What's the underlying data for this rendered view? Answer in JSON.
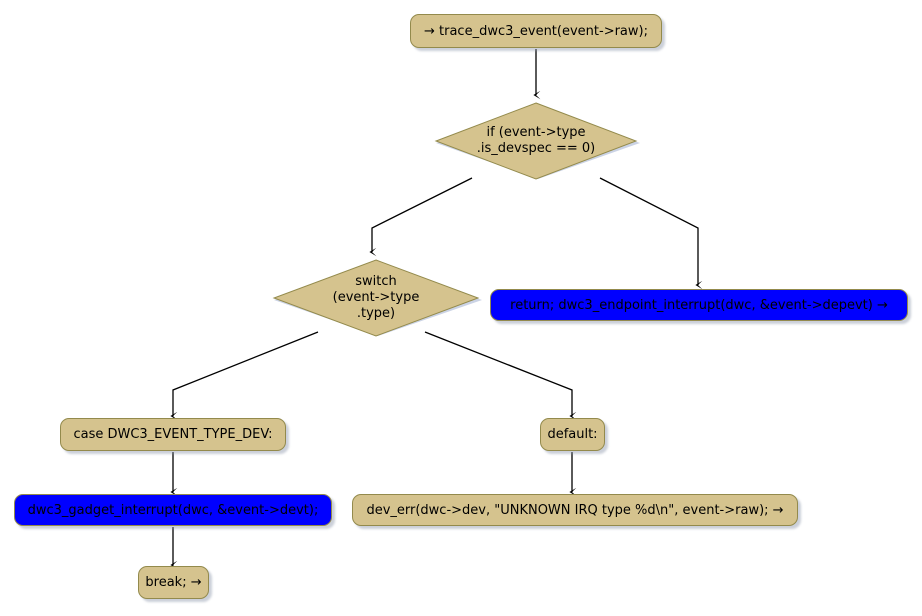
{
  "diagram": {
    "title": "dwc3 event handling flowchart",
    "background": "#ffffff",
    "node_fill": "#D5C38E",
    "node_border": "#938A4C",
    "highlight_fill": "#0000FF",
    "edge_color": "#000000"
  },
  "nodes": {
    "trace": {
      "label": "→ trace_dwc3_event(event->raw);"
    },
    "if_devspec": {
      "line1": "if (event->type",
      "line2": ".is_devspec == 0)"
    },
    "switch_type": {
      "line1": "switch",
      "line2": "(event->type",
      "line3": ".type)"
    },
    "endpoint_interrupt": {
      "label": "return; dwc3_endpoint_interrupt(dwc, &event->depevt) →"
    },
    "case_dev": {
      "label": "case DWC3_EVENT_TYPE_DEV:"
    },
    "default_case": {
      "label": "default:"
    },
    "gadget_interrupt": {
      "label": "dwc3_gadget_interrupt(dwc, &event->devt);"
    },
    "dev_err": {
      "label": "dev_err(dwc->dev, \"UNKNOWN IRQ type %d\\n\", event->raw); →"
    },
    "break_stmt": {
      "label": "break; →"
    }
  }
}
